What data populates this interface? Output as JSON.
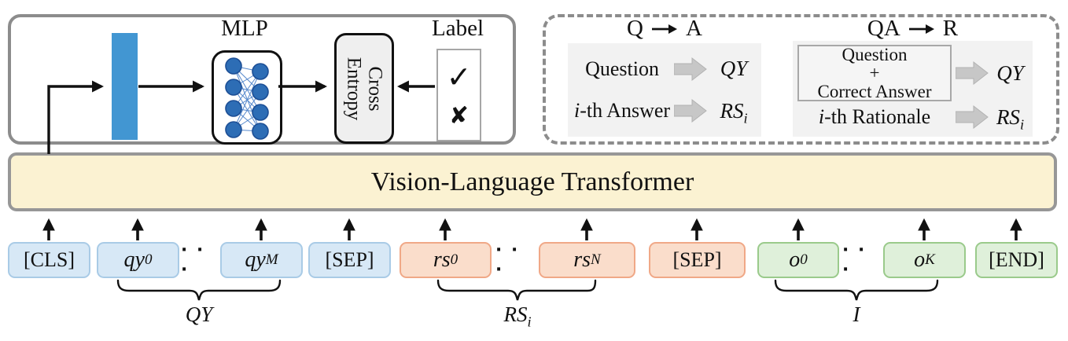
{
  "colors": {
    "cls_bar_blue": "#4296D2",
    "token_blue_fill": "#D7E8F6",
    "token_blue_border": "#A9CBE6",
    "token_salmon_fill": "#FADDCB",
    "token_salmon_border": "#F0A887",
    "token_green_fill": "#DFF0DA",
    "token_green_border": "#9ACA8B",
    "transformer_fill": "#FBF2D2",
    "transformer_border": "#979797",
    "panel_gray": "#F2F2F2",
    "frame_gray": "#8C8C8C",
    "mlp_node_blue": "#2D6DB5",
    "mlp_node_border": "#1C4E95",
    "mlp_edge_blue": "#5588CC",
    "block_arrow_gray": "#C7C7C7"
  },
  "classifier": {
    "mlp_label": "MLP",
    "loss_line1": "Cross",
    "loss_line2": "Entropy",
    "label_title": "Label",
    "check_icon": "✓",
    "cross_icon": "✘"
  },
  "tasks": {
    "qa": {
      "from": "Q",
      "to": "A",
      "row1_input": "Question",
      "row1_out_base": "QY",
      "row1_out_sub": "",
      "row2_input_italic": "i",
      "row2_input_rest": "-th Answer",
      "row2_out_base": "RS",
      "row2_out_sub": "i"
    },
    "qar": {
      "from": "QA",
      "to": "R",
      "input_line1": "Question",
      "input_line2": "+",
      "input_line3": "Correct Answer",
      "row1_out_base": "QY",
      "row1_out_sub": "",
      "row2_input_italic": "i",
      "row2_input_rest": "-th Rationale",
      "row2_out_base": "RS",
      "row2_out_sub": "i"
    }
  },
  "transformer": {
    "title": "Vision-Language Transformer"
  },
  "ellipsis": "∙ ∙ ∙",
  "tokens": [
    {
      "text": "[CLS]"
    },
    {
      "base": "qy",
      "sub": "0"
    },
    {
      "base": "qy",
      "sub": "M"
    },
    {
      "text": "[SEP]"
    },
    {
      "base": "rs",
      "sub": "0"
    },
    {
      "base": "rs",
      "sub": "N"
    },
    {
      "text": "[SEP]"
    },
    {
      "base": "o",
      "sub": "0"
    },
    {
      "base": "o",
      "sub": "K"
    },
    {
      "text": "[END]"
    }
  ],
  "braces": [
    {
      "base": "QY",
      "sub": ""
    },
    {
      "base": "RS",
      "sub": "i"
    },
    {
      "base": "I",
      "sub": ""
    }
  ]
}
